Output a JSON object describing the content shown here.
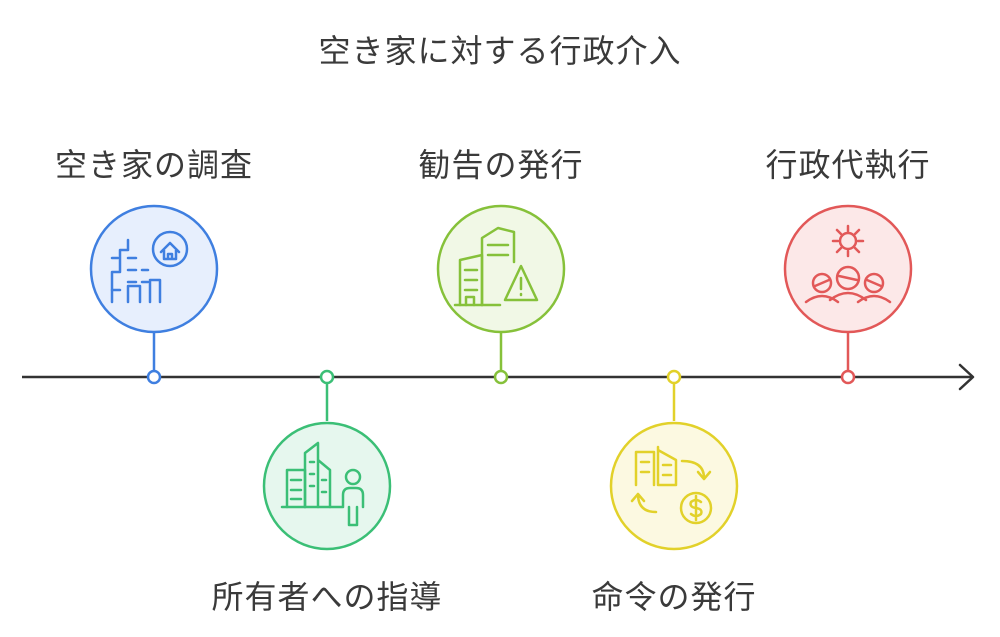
{
  "title": "空き家に対する行政介入",
  "steps": [
    {
      "label": "空き家の調査",
      "icon": "building-house-search-icon",
      "color": "#3f7fe0",
      "fill": "#e7effd"
    },
    {
      "label": "所有者への指導",
      "icon": "building-person-icon",
      "color": "#3bbf76",
      "fill": "#e6f7ee"
    },
    {
      "label": "勧告の発行",
      "icon": "buildings-warning-icon",
      "color": "#86c13a",
      "fill": "#f1f8e6"
    },
    {
      "label": "命令の発行",
      "icon": "building-exchange-dollar-icon",
      "color": "#e2d12a",
      "fill": "#fcf9e1"
    },
    {
      "label": "行政代執行",
      "icon": "gear-people-icon",
      "color": "#e25858",
      "fill": "#fce8e8"
    }
  ],
  "timeline_color": "#333333"
}
